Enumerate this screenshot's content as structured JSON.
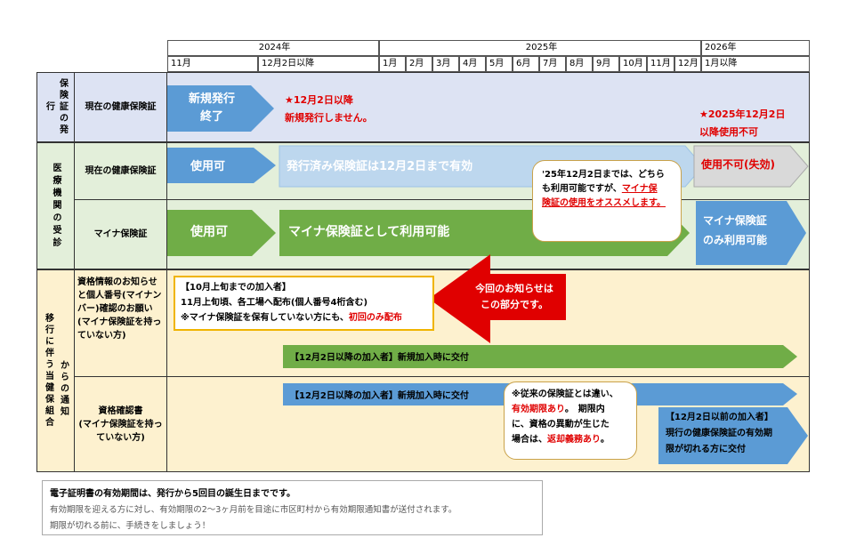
{
  "timeline": {
    "years": [
      "2024年",
      "2025年",
      "2026年"
    ],
    "months": [
      "11月",
      "12月2日以降",
      "1月",
      "2月",
      "3月",
      "4月",
      "5月",
      "6月",
      "7月",
      "8月",
      "9月",
      "10月",
      "11月",
      "12月",
      "1月以降"
    ]
  },
  "sections": {
    "s1": "保険証の発行",
    "s2": "医療機関の受診",
    "s3a": "移行に伴う当健保組合",
    "s3b": "からの通知"
  },
  "categories": {
    "c1": "現在の健康保険証",
    "c2": "現在の健康保険証",
    "c3": "マイナ保険証",
    "c4": "資格情報のお知らせと個人番号(マイナンバー)確認のお願い\n(マイナ保険証を持っていない方)",
    "c5": "資格確認書\n(マイナ保険証を持っていない方)"
  },
  "row1": {
    "arrow": "新規発行\n終了",
    "note1_line1": "★12月2日以降",
    "note1_line2": "新規発行しません。",
    "note2_line1": "★2025年12月2日",
    "note2_line2": "以降使用不可"
  },
  "row2": {
    "arrow1": "使用可",
    "arrow2": "発行済み保険証は12月2日まで有効",
    "arrow3": "使用不可(失効)"
  },
  "row3": {
    "arrow1": "使用可",
    "arrow2": "マイナ保険証として利用可能",
    "arrow3": "マイナ保険証\nのみ利用可能"
  },
  "callout1": {
    "line1": "'25年12月2日までは、どちら",
    "line2a": "も利用可能ですが、",
    "line2b": "マイナ保",
    "line3": "険証の使用をオススメします。"
  },
  "row4": {
    "box_title": "【10月上旬までの加入者】",
    "box_line1": "11月上旬頃、各工場へ配布(個人番号4桁含む)",
    "box_line2a": "※マイナ保険証を保有していない方にも、",
    "box_line2b": "初回のみ配布",
    "red_arrow_line1": "今回のお知らせは",
    "red_arrow_line2": "この部分です。",
    "arrow": "【12月2日以降の加入者】新規加入時に交付"
  },
  "row5": {
    "arrow1": "【12月2日以降の加入者】新規加入時に交付",
    "callout_line1": "※従来の保険証とは違い、",
    "callout_line2a": "有効期限あり",
    "callout_line2b": "。　期限内",
    "callout_line3": "に、資格の異動が生じた",
    "callout_line4a": "場合は、",
    "callout_line4b": "返却義務あり",
    "callout_line4c": "。",
    "arrow2_line1": "【12月2日以前の加入者】",
    "arrow2_line2": "現行の健康保険証の有効期",
    "arrow2_line3": "限が切れる方に交付"
  },
  "footer": {
    "line1": "電子証明書の有効期間は、発行から5回目の誕生日までです。",
    "line2": "有効期限を迎える方に対し、有効期限の2～3ヶ月前を目途に市区町村から有効期限通知書が送付されます。",
    "line3": "期限が切れる前に、手続きをしましょう！"
  },
  "colors": {
    "blue_arrow": "#5b9bd5",
    "light_blue_arrow": "#bdd7ee",
    "green_arrow": "#70ad47",
    "gray_arrow": "#d9d9d9",
    "red_arrow": "#e00000"
  }
}
